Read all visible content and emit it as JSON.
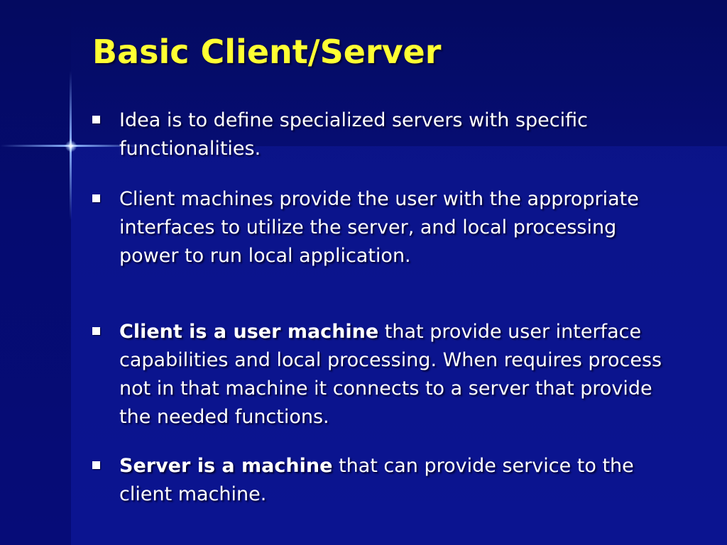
{
  "slide": {
    "title": "Basic Client/Server",
    "bullets": [
      {
        "bold": "",
        "text": "Idea is to define specialized servers with specific functionalities."
      },
      {
        "bold": "",
        "text": "Client machines provide the user with the appropriate interfaces to utilize the server, and local processing power to run local application."
      },
      {
        "bold": "Client is a user machine",
        "text": " that provide user interface capabilities and local processing. When requires process not in that machine it connects to a server that provide the needed functions."
      },
      {
        "bold": "Server is a machine",
        "text": " that can provide service to the client machine."
      }
    ],
    "colors": {
      "background": "#0b148c",
      "title": "#ffff33",
      "text": "#ffffff"
    },
    "bullet_icon": "square-bullet-icon"
  }
}
